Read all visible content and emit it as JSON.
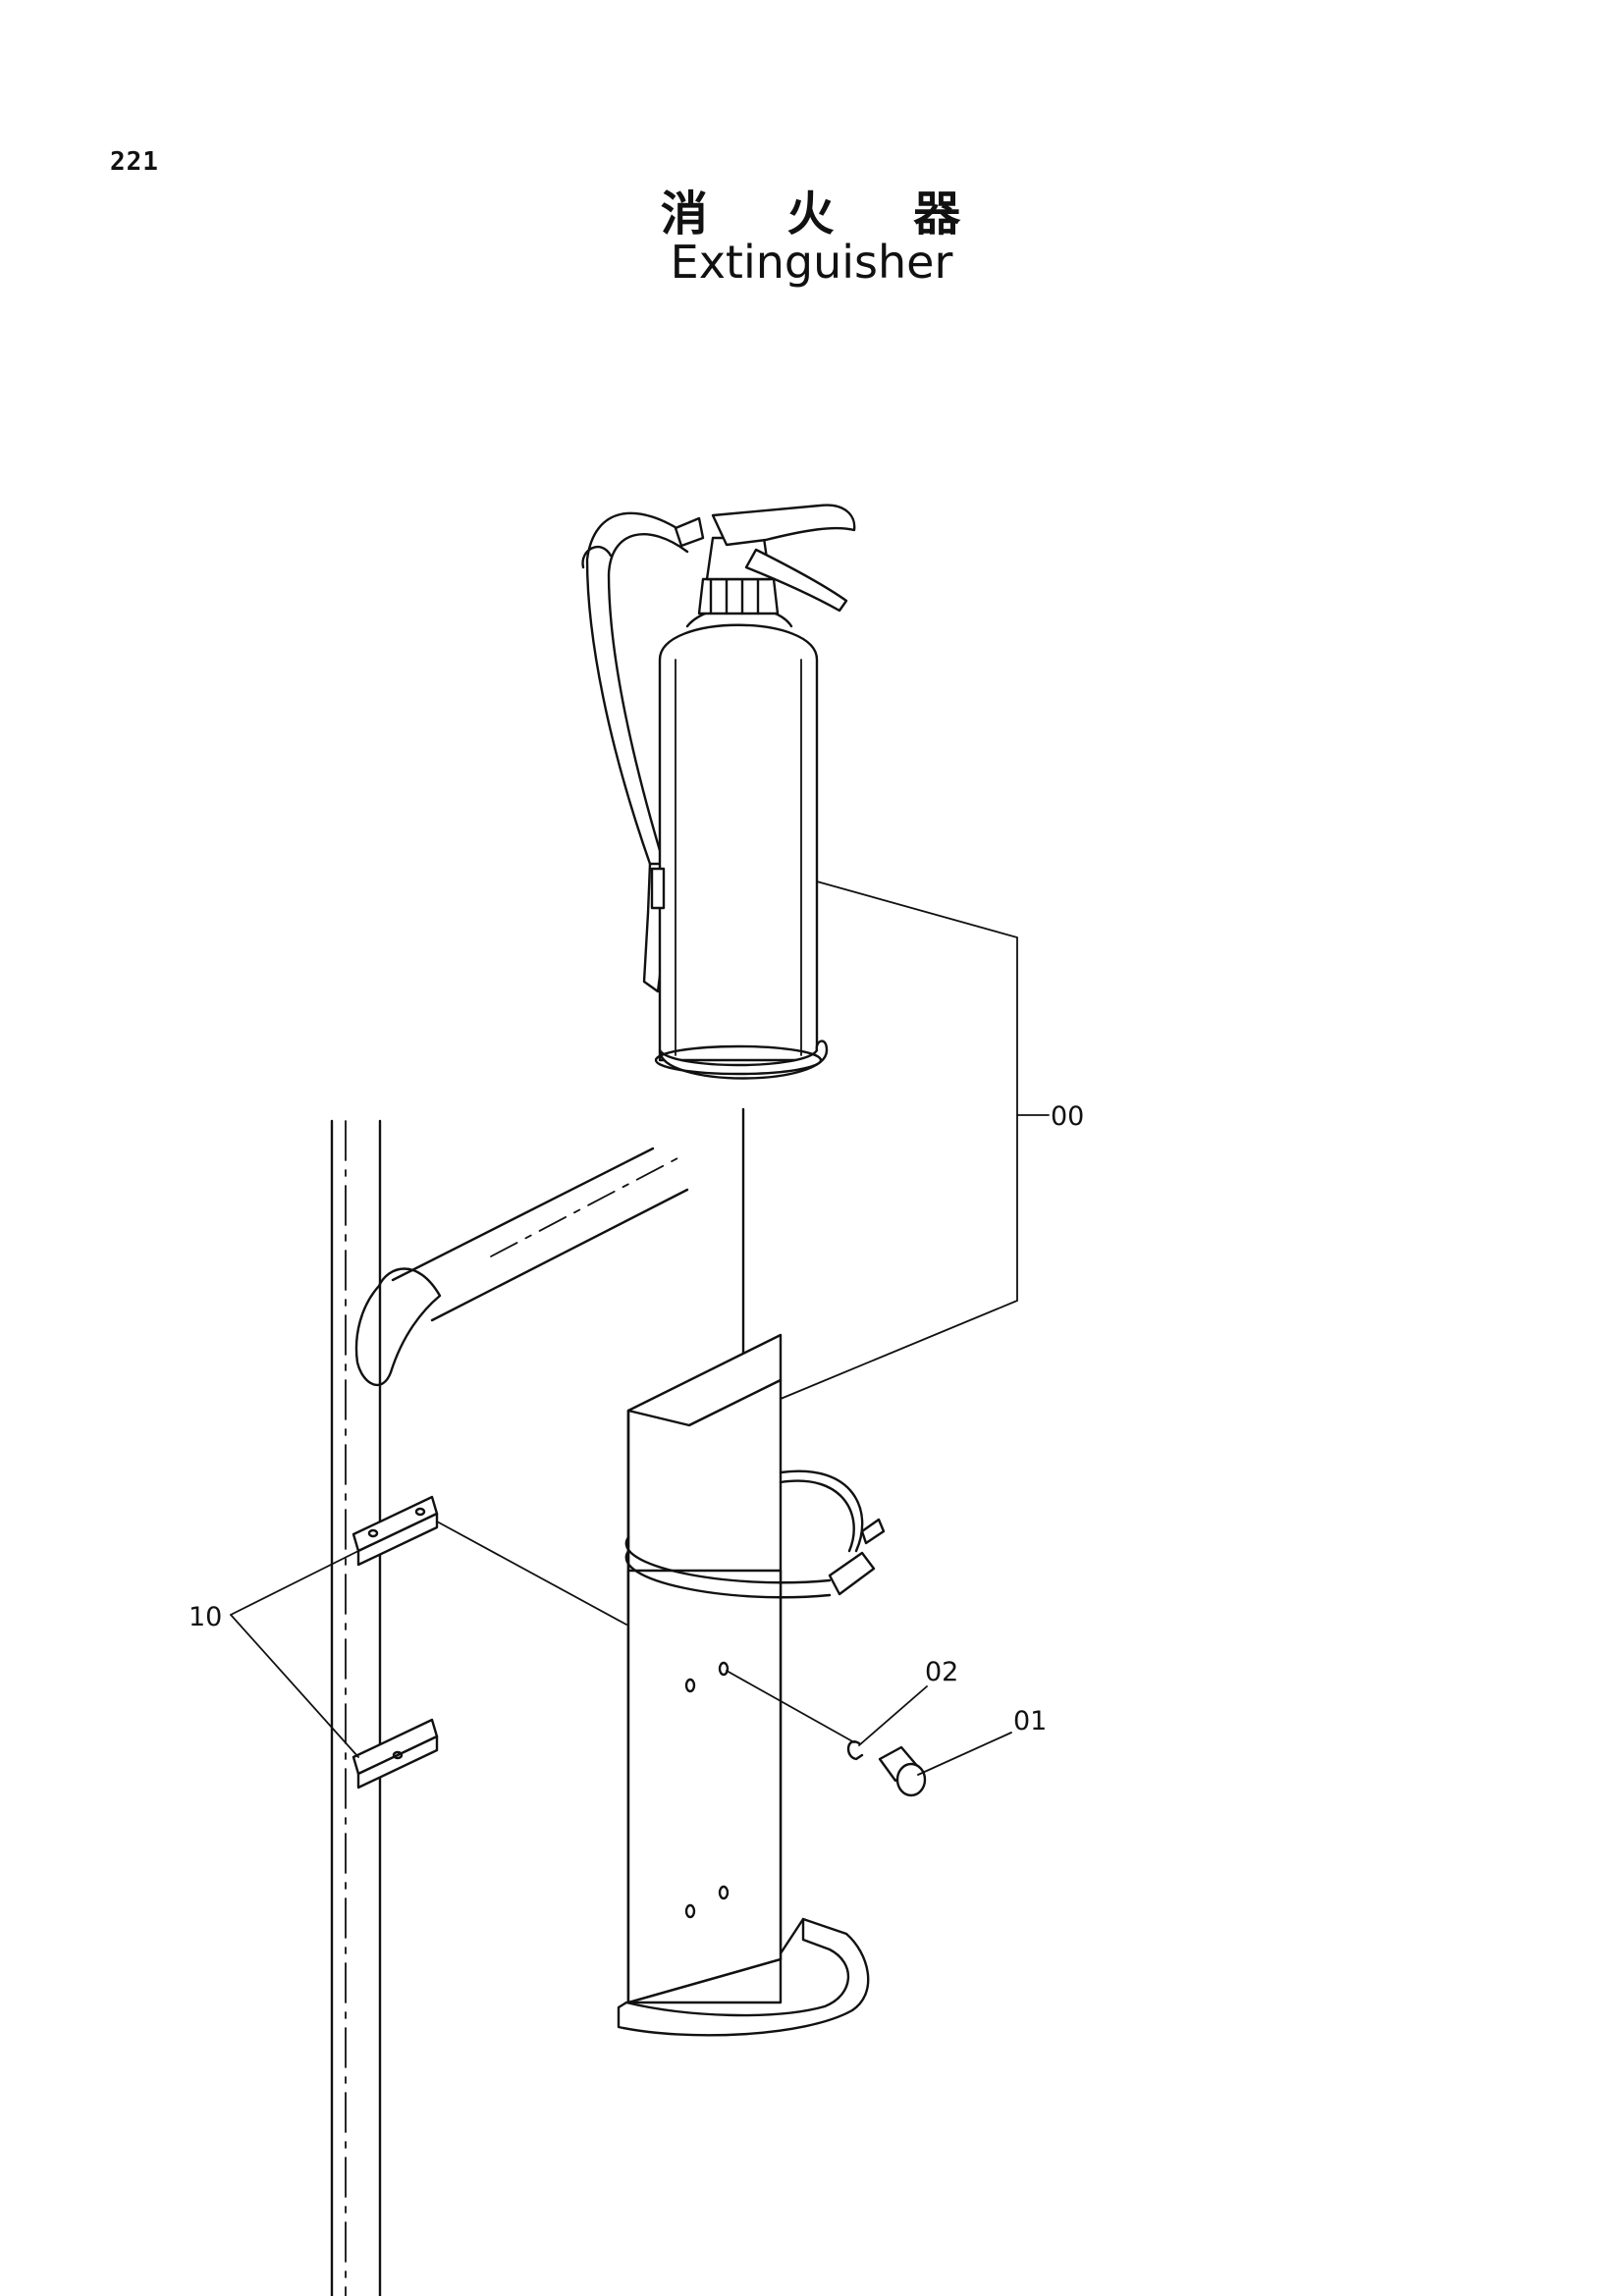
{
  "page": {
    "number": "221",
    "title_ja": "消 火 器",
    "title_en": "Extinguisher"
  },
  "callouts": {
    "assembly": "00",
    "bolt": "01",
    "washer": "02",
    "plate": "10"
  }
}
